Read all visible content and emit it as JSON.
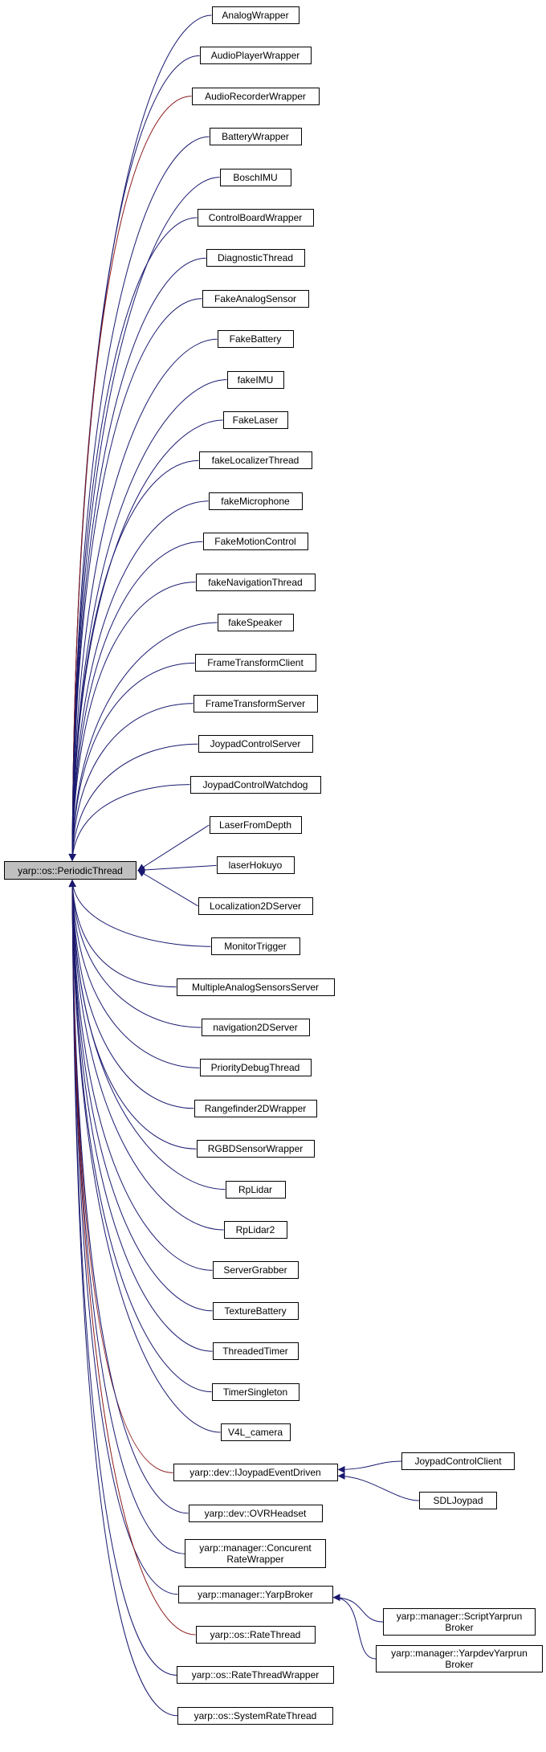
{
  "colors": {
    "inherit_edge": "#191970",
    "template_edge": "#8b1a1a",
    "root_fill": "#bfbfbf",
    "node_border": "#000000"
  },
  "root": {
    "label": "yarp::os::PeriodicThread"
  },
  "nodes": [
    {
      "id": "analog-wrapper",
      "label": "AnalogWrapper"
    },
    {
      "id": "audio-player-wrapper",
      "label": "AudioPlayerWrapper"
    },
    {
      "id": "audio-recorder-wrapper",
      "label": "AudioRecorderWrapper",
      "edge_style": "template"
    },
    {
      "id": "battery-wrapper",
      "label": "BatteryWrapper"
    },
    {
      "id": "bosch-imu",
      "label": "BoschIMU"
    },
    {
      "id": "control-board-wrapper",
      "label": "ControlBoardWrapper"
    },
    {
      "id": "diagnostic-thread",
      "label": "DiagnosticThread"
    },
    {
      "id": "fake-analog-sensor",
      "label": "FakeAnalogSensor"
    },
    {
      "id": "fake-battery",
      "label": "FakeBattery"
    },
    {
      "id": "fake-imu",
      "label": "fakeIMU"
    },
    {
      "id": "fake-laser",
      "label": "FakeLaser"
    },
    {
      "id": "fake-localizer-thread",
      "label": "fakeLocalizerThread"
    },
    {
      "id": "fake-microphone",
      "label": "fakeMicrophone"
    },
    {
      "id": "fake-motion-control",
      "label": "FakeMotionControl"
    },
    {
      "id": "fake-navigation-thread",
      "label": "fakeNavigationThread"
    },
    {
      "id": "fake-speaker",
      "label": "fakeSpeaker"
    },
    {
      "id": "frame-transform-client",
      "label": "FrameTransformClient"
    },
    {
      "id": "frame-transform-server",
      "label": "FrameTransformServer"
    },
    {
      "id": "joypad-control-server",
      "label": "JoypadControlServer"
    },
    {
      "id": "joypad-control-watchdog",
      "label": "JoypadControlWatchdog"
    },
    {
      "id": "laser-from-depth",
      "label": "LaserFromDepth"
    },
    {
      "id": "laser-hokuyo",
      "label": "laserHokuyo"
    },
    {
      "id": "localization2d-server",
      "label": "Localization2DServer"
    },
    {
      "id": "monitor-trigger",
      "label": "MonitorTrigger"
    },
    {
      "id": "multiple-analog-sensors-server",
      "label": "MultipleAnalogSensorsServer"
    },
    {
      "id": "navigation2d-server",
      "label": "navigation2DServer"
    },
    {
      "id": "priority-debug-thread",
      "label": "PriorityDebugThread"
    },
    {
      "id": "rangefinder2d-wrapper",
      "label": "Rangefinder2DWrapper"
    },
    {
      "id": "rgbd-sensor-wrapper",
      "label": "RGBDSensorWrapper"
    },
    {
      "id": "rp-lidar",
      "label": "RpLidar"
    },
    {
      "id": "rp-lidar2",
      "label": "RpLidar2"
    },
    {
      "id": "server-grabber",
      "label": "ServerGrabber"
    },
    {
      "id": "texture-battery",
      "label": "TextureBattery"
    },
    {
      "id": "threaded-timer",
      "label": "ThreadedTimer"
    },
    {
      "id": "timer-singleton",
      "label": "TimerSingleton"
    },
    {
      "id": "v4l-camera",
      "label": "V4L_camera"
    },
    {
      "id": "ijoypad-event-driven",
      "label": "yarp::dev::IJoypadEventDriven",
      "edge_style": "template"
    },
    {
      "id": "ovr-headset",
      "label": "yarp::dev::OVRHeadset"
    },
    {
      "id": "concurent-rate-wrapper",
      "label": "yarp::manager::Concurent\nRateWrapper"
    },
    {
      "id": "yarp-broker",
      "label": "yarp::manager::YarpBroker"
    },
    {
      "id": "rate-thread",
      "label": "yarp::os::RateThread",
      "edge_style": "template"
    },
    {
      "id": "rate-thread-wrapper",
      "label": "yarp::os::RateThreadWrapper"
    },
    {
      "id": "system-rate-thread",
      "label": "yarp::os::SystemRateThread"
    },
    {
      "id": "joypad-control-client",
      "label": "JoypadControlClient",
      "parent": "ijoypad-event-driven"
    },
    {
      "id": "sdl-joypad",
      "label": "SDLJoypad",
      "parent": "ijoypad-event-driven"
    },
    {
      "id": "script-yarprun-broker",
      "label": "yarp::manager::ScriptYarprun\nBroker",
      "parent": "yarp-broker"
    },
    {
      "id": "yarpdev-yarprun-broker",
      "label": "yarp::manager::YarpdevYarprun\nBroker",
      "parent": "yarp-broker"
    }
  ]
}
